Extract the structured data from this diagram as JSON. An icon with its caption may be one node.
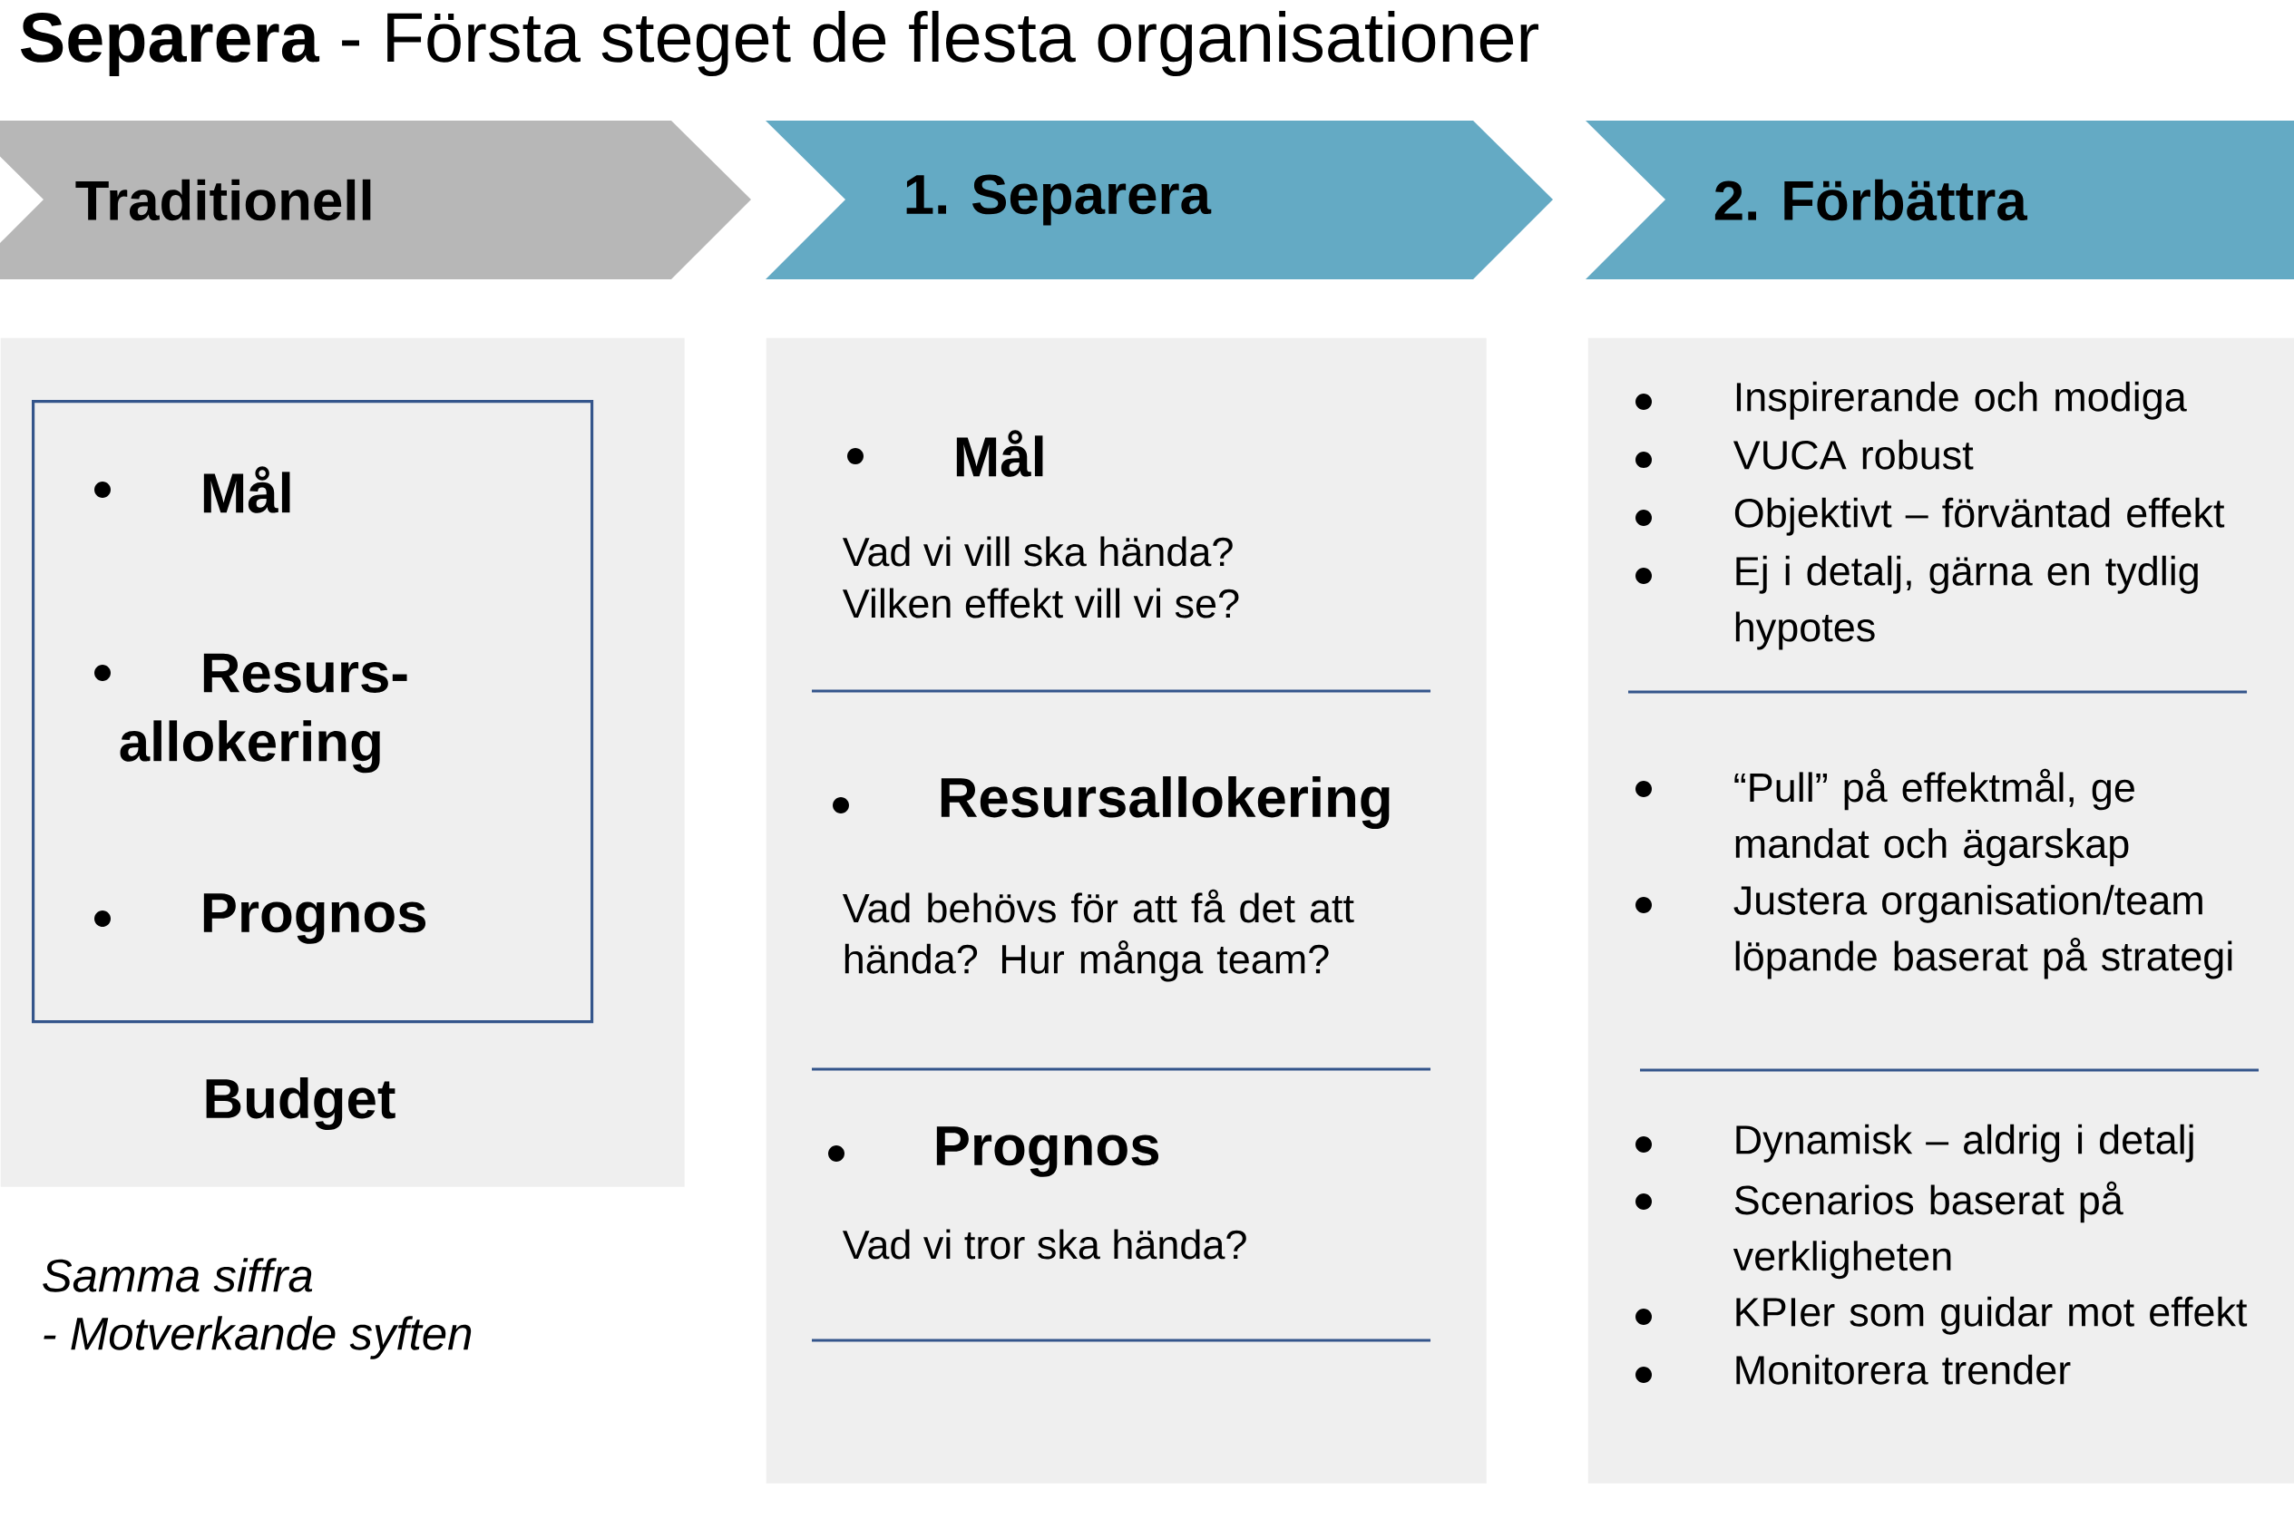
{
  "diagram": {
    "title": "**Separera** - Första steget de flesta organisationer",
    "nodes": [
      {
        "text": [
          "Traditionell"
        ]
      },
      {
        "text": [
          "1. Separera"
        ]
      },
      {
        "text": [
          "2. Förbättra"
        ]
      },
      {
        "text": [
          "Budget"
        ]
      },
      {
        "text": [
          "Mål",
          "Resurs- allokering",
          "Prognos"
        ],
        "in": 3
      },
      {
        "text": [
          "Mål",
          "Vad vi vill ska hända?",
          "Vilken effekt vill vi se?",
          "Resursallokering",
          "Vad behövs för att få det att hända? Hur många team?",
          "Prognos",
          "Vad vi tror ska hända?"
        ]
      },
      {
        "text": [
          "Inspirerande och modiga",
          "VUCA robust",
          "Objektivt – förväntad effekt",
          "Ej i detalj, gärna en tydlig hypotes",
          "“Pull” på effektmål, ge mandat och ägarskap",
          "Justera organisation/team löpande baserat på strategi",
          "Dynamisk – aldrig i detalj",
          "Scenarios baserat på verkligheten",
          "KPIer som guidar mot effekt",
          "Monitorera trender"
        ]
      }
    ],
    "labels": [
      "Samma siffra",
      "- Motverkande syften"
    ]
  }
}
